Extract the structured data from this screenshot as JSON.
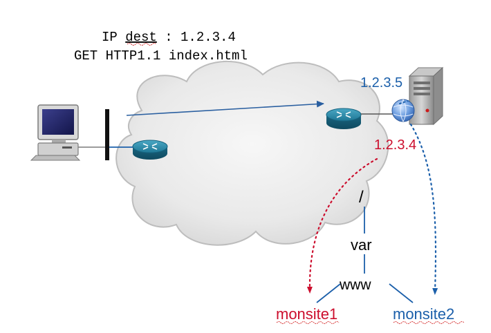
{
  "request": {
    "ip_prefix": "IP ",
    "ip_word": "dest",
    "ip_suffix": " : 1.2.3.4",
    "http_line": "GET HTTP1.1 index.html"
  },
  "addresses": {
    "server_ip": "1.2.3.5",
    "router_ip": "1.2.3.4"
  },
  "tree": {
    "root": "/",
    "var": "var",
    "www": "www",
    "site1": "monsite1",
    "site2": "monsite2"
  },
  "icons": {
    "computer": "computer-icon",
    "router_left": "router-icon",
    "router_right": "router-icon",
    "server": "server-icon",
    "globe": "globe-icon"
  },
  "colors": {
    "red": "#cc0e2d",
    "blue": "#1b5faa",
    "router": "#1e7795",
    "link": "#2a5fa0"
  }
}
